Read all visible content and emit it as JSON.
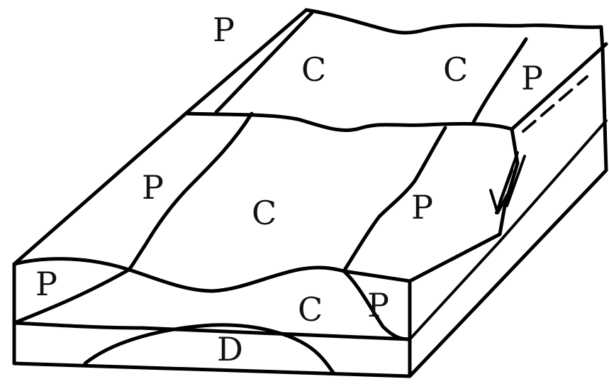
{
  "diagram": {
    "labels": [
      {
        "id": "top-rear-left-p",
        "text": "P"
      },
      {
        "id": "top-rear-c-left",
        "text": "C"
      },
      {
        "id": "top-rear-c-right",
        "text": "C"
      },
      {
        "id": "top-rear-p-right",
        "text": "P"
      },
      {
        "id": "top-front-p-left",
        "text": "P"
      },
      {
        "id": "top-front-c-center",
        "text": "C"
      },
      {
        "id": "top-front-p-right",
        "text": "P"
      },
      {
        "id": "front-face-p-left",
        "text": "P"
      },
      {
        "id": "front-face-c",
        "text": "C"
      },
      {
        "id": "front-face-p-right",
        "text": "P"
      },
      {
        "id": "front-face-d",
        "text": "D"
      }
    ]
  }
}
